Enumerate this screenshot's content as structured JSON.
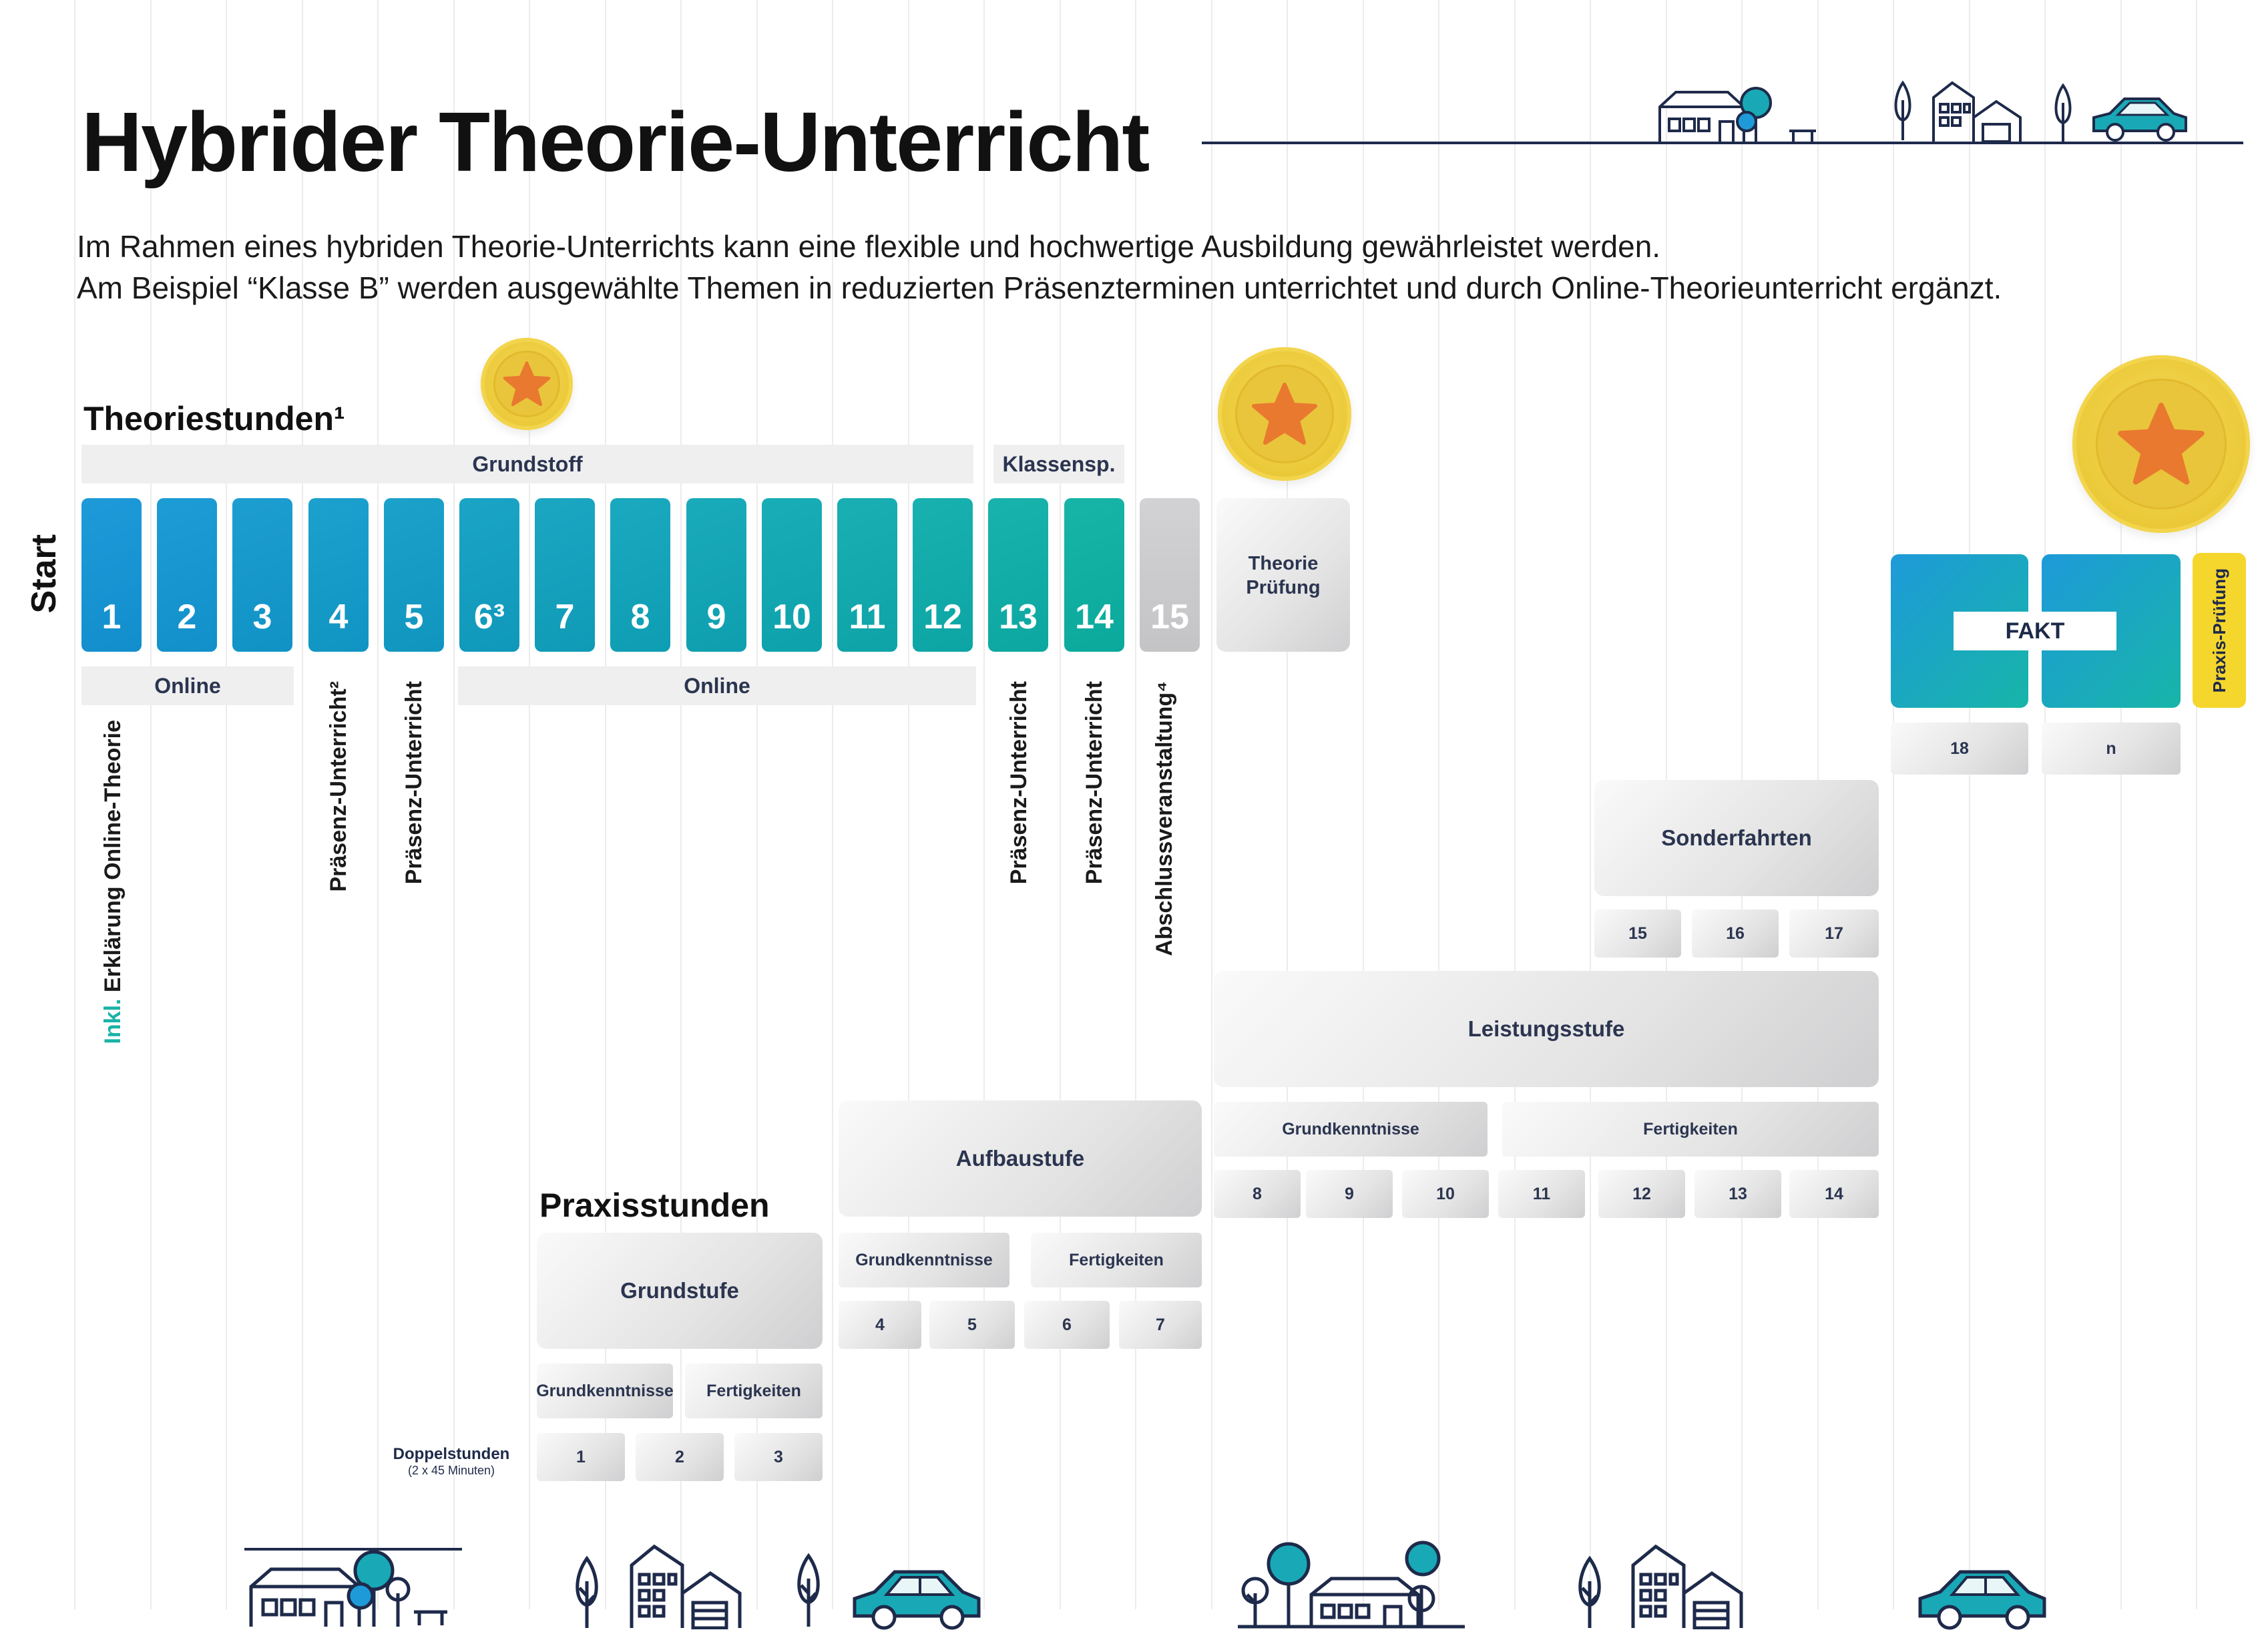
{
  "title": "Hybrider Theorie-Unterricht",
  "intro": {
    "line1": "Im Rahmen eines hybriden Theorie-Unterrichts kann eine flexible und hochwertige Ausbildung gewährleistet werden.",
    "line2": "Am Beispiel “Klasse B” werden ausgewählte Themen in reduzierten Präsenzterminen unterrichtet und durch Online-Theorieunterricht ergänzt."
  },
  "start_label": "Start",
  "theory": {
    "heading": "Theoriestunden¹",
    "band_grundstoff": "Grundstoff",
    "band_klassensp": "Klassensp.",
    "lessons": [
      "1",
      "2",
      "3",
      "4",
      "5",
      "6³",
      "7",
      "8",
      "9",
      "10",
      "11",
      "12",
      "13",
      "14",
      "15"
    ],
    "online_a": "Online",
    "online_b": "Online",
    "labels": {
      "l1_prefix": "Inkl.",
      "l1_text": " Erklärung Online-Theorie",
      "l4": "Präsenz-Unterricht²",
      "l5": "Präsenz-Unterricht",
      "l13": "Präsenz-Unterricht",
      "l14": "Präsenz-Unterricht",
      "l15": "Abschlussveranstaltung⁴"
    },
    "exam": "Theorie Prüfung"
  },
  "practice": {
    "heading": "Praxisstunden",
    "grundstufe": "Grundstufe",
    "aufbaustufe": "Aufbaustufe",
    "leistungsstufe": "Leistungsstufe",
    "sonderfahrten": "Sonderfahrten",
    "grundkenntnisse": "Grundkenntnisse",
    "fertigkeiten": "Fertigkeiten",
    "doppelstunden": "Doppelstunden",
    "doppelstunden_sub": "(2 x 45 Minuten)",
    "grund_nums": [
      "1",
      "2",
      "3"
    ],
    "aufbau_nums": [
      "4",
      "5",
      "6",
      "7"
    ],
    "leistung_nums": [
      "8",
      "9",
      "10",
      "11",
      "12",
      "13",
      "14"
    ],
    "sonder_nums": [
      "15",
      "16",
      "17"
    ],
    "fakt": "FAKT",
    "fakt_nums": [
      "18",
      "n"
    ],
    "praxis_pruefung": "Praxis-Prüfung"
  },
  "colors": {
    "blue_start": "#1e9ad9",
    "teal_end": "#17b5a8",
    "gold": "#eccb3c",
    "star": "#e8792f",
    "navy": "#1e2a4a",
    "yellow_tag": "#f5d62c",
    "accent_text": "#19b3a6"
  }
}
